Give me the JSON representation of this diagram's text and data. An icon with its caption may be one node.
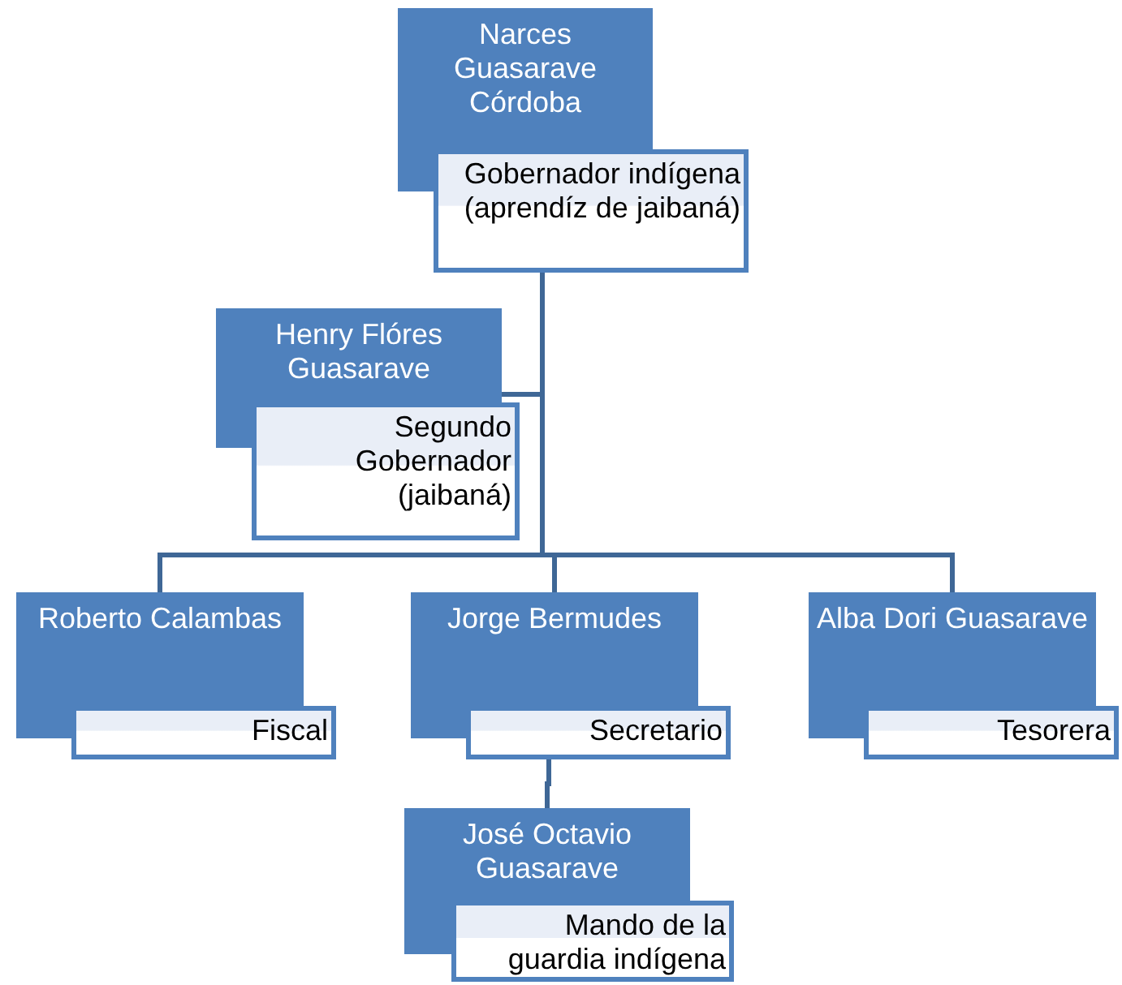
{
  "diagram": {
    "nodes": [
      {
        "text": [
          "Narces Guasarave Córdoba",
          "Gobernador indígena (aprendíz de jaibaná)"
        ]
      },
      {
        "text": [
          "Henry Flóres Guasarave",
          "Segundo Gobernador (jaibaná)"
        ]
      },
      {
        "text": [
          "Roberto Calambas",
          "Fiscal"
        ]
      },
      {
        "text": [
          "Jorge Bermudes",
          "Secretario"
        ]
      },
      {
        "text": [
          "Alba Dori Guasarave",
          "Tesorera"
        ]
      },
      {
        "text": [
          "José Octavio Guasarave",
          "Mando de la guardia indígena"
        ]
      }
    ],
    "edges": [
      {
        "from": 0,
        "to": 1,
        "arrow": "none"
      },
      {
        "from": 0,
        "to": 2,
        "arrow": "none"
      },
      {
        "from": 0,
        "to": 3,
        "arrow": "none"
      },
      {
        "from": 0,
        "to": 4,
        "arrow": "none"
      },
      {
        "from": 3,
        "to": 5,
        "arrow": "none"
      }
    ]
  }
}
